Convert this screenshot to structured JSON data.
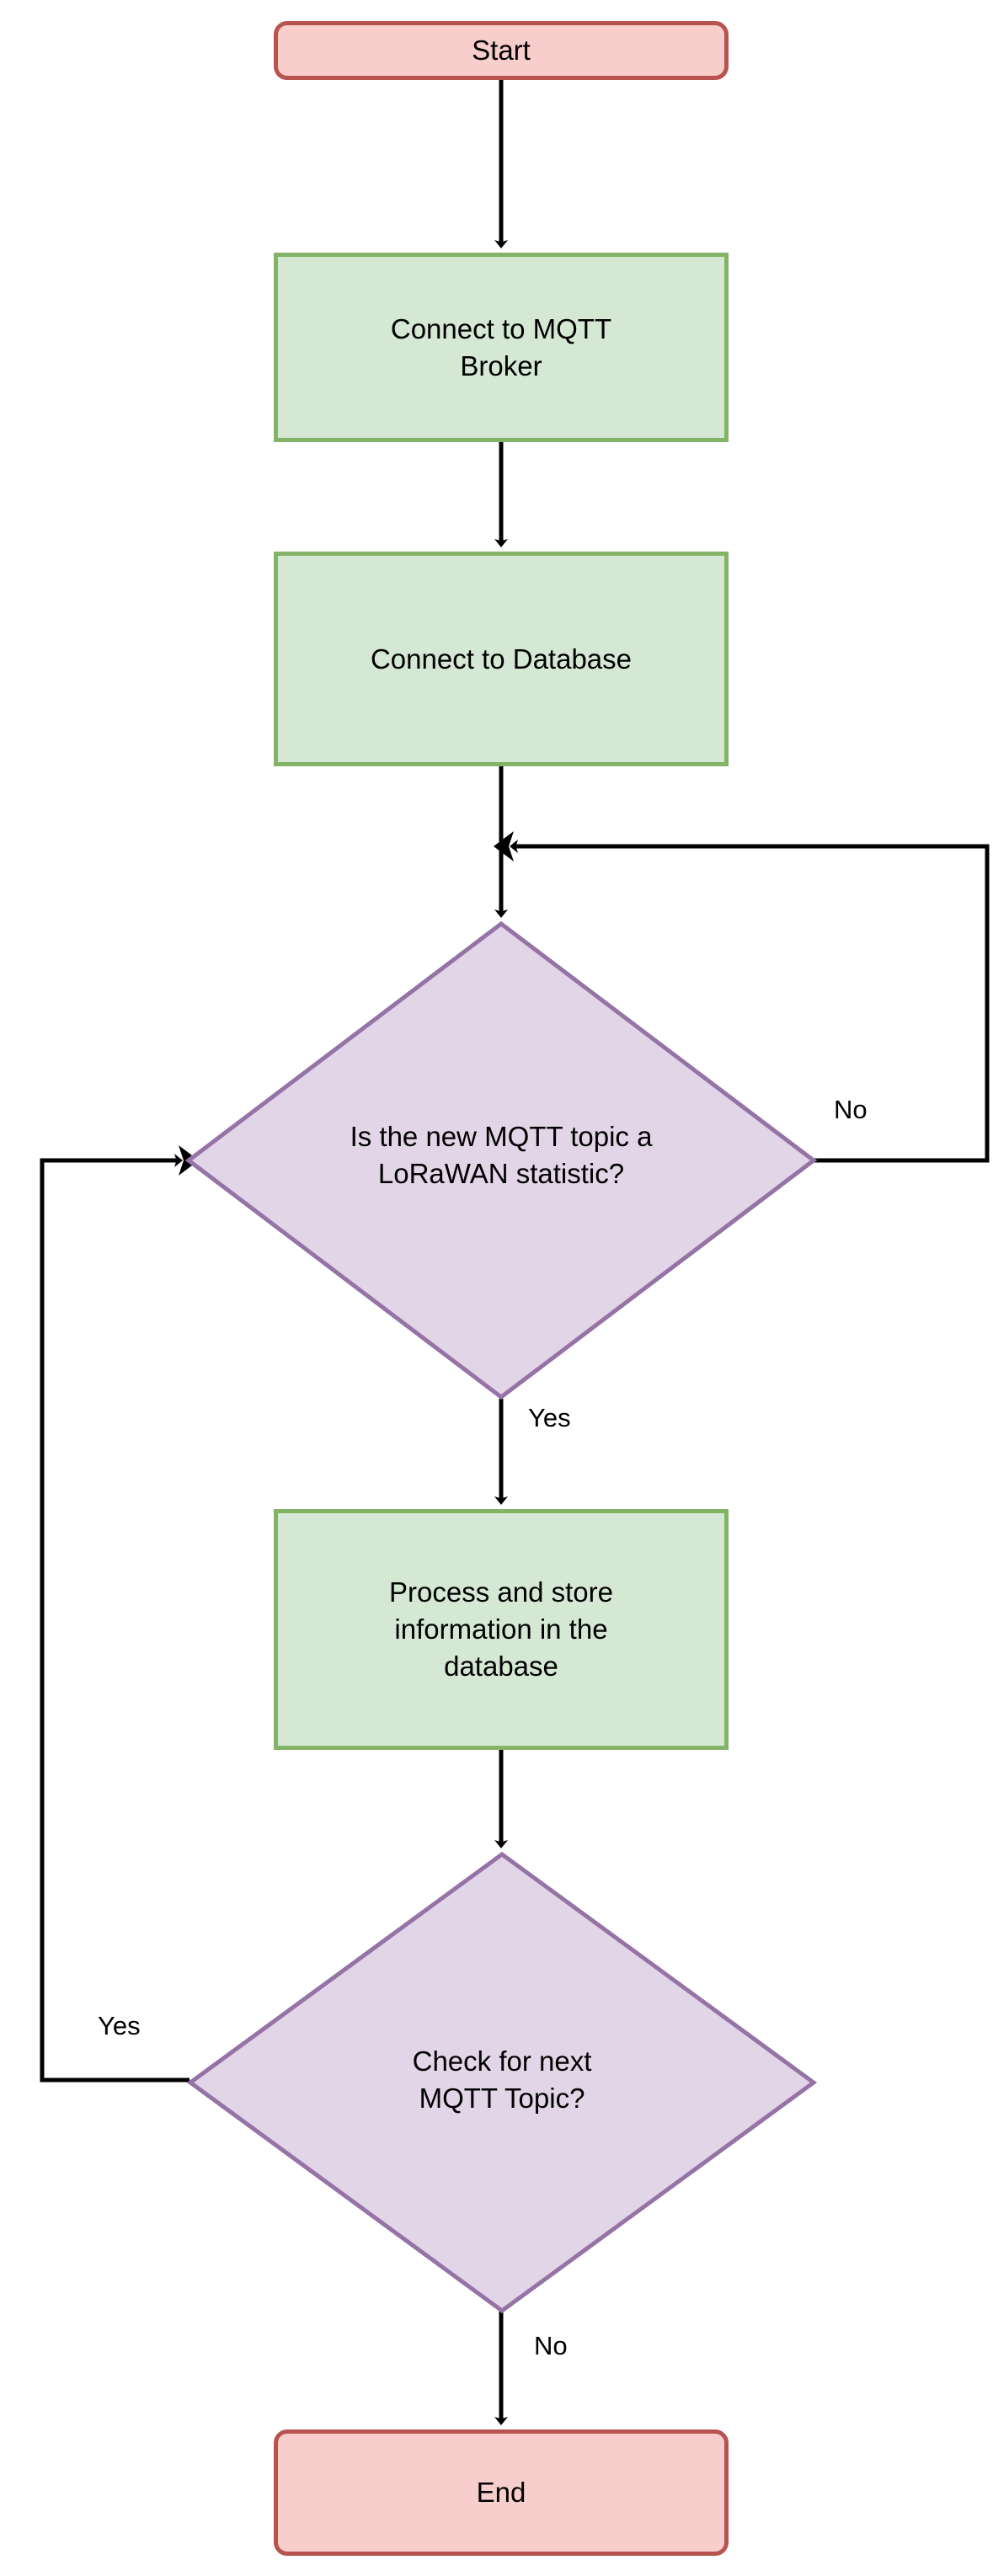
{
  "diagram": {
    "type": "flowchart",
    "title": "",
    "orientation": "top-to-bottom",
    "background_color": "#ffffff",
    "palette": {
      "terminal_fill": "#f8cecc",
      "terminal_stroke": "#b85450",
      "process_fill": "#d5e8d4",
      "process_stroke": "#82b366",
      "decision_fill": "#e1d5e7",
      "decision_stroke": "#9673a6",
      "edge_stroke": "#000000",
      "text_color": "#000000"
    },
    "nodes": [
      {
        "id": "start",
        "shape": "terminal",
        "label": "Start"
      },
      {
        "id": "mqtt",
        "shape": "process",
        "label": "Connect to MQTT\nBroker"
      },
      {
        "id": "db",
        "shape": "process",
        "label": "Connect to Database"
      },
      {
        "id": "is_stat",
        "shape": "decision",
        "label": "Is the new MQTT topic a\nLoRaWAN statistic?"
      },
      {
        "id": "store",
        "shape": "process",
        "label": "Process and store\ninformation in the\ndatabase"
      },
      {
        "id": "check_next",
        "shape": "decision",
        "label": "Check for next\nMQTT Topic?"
      },
      {
        "id": "end",
        "shape": "terminal",
        "label": "End"
      }
    ],
    "edges": [
      {
        "from": "start",
        "to": "mqtt",
        "label": ""
      },
      {
        "from": "mqtt",
        "to": "db",
        "label": ""
      },
      {
        "from": "db",
        "to": "is_stat",
        "label": ""
      },
      {
        "from": "is_stat",
        "to": "is_stat",
        "label": "No",
        "label_position": "right",
        "routing": "loop-right"
      },
      {
        "from": "is_stat",
        "to": "store",
        "label": "Yes",
        "label_position": "below"
      },
      {
        "from": "store",
        "to": "check_next",
        "label": ""
      },
      {
        "from": "check_next",
        "to": "is_stat",
        "label": "Yes",
        "label_position": "left",
        "routing": "loop-left"
      },
      {
        "from": "check_next",
        "to": "end",
        "label": "No",
        "label_position": "below"
      }
    ],
    "edge_labels": {
      "is_stat_no": "No",
      "is_stat_yes": "Yes",
      "check_next_yes": "Yes",
      "check_next_no": "No"
    }
  }
}
